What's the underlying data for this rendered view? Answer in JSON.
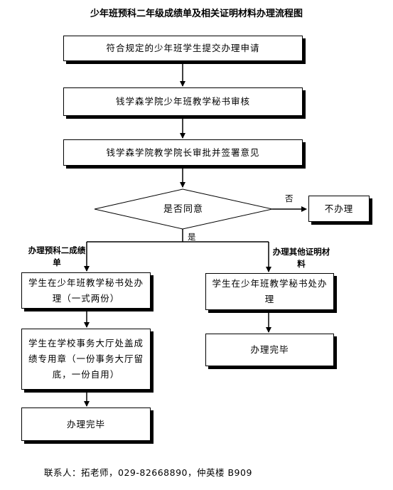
{
  "title": "少年班预科二年级成绩单及相关证明材料办理流程图",
  "steps": {
    "apply": "符合规定的少年班学生提交办理申请",
    "secretary_review": "钱学森学院少年班教学秘书审核",
    "dean_approve": "钱学森学院教学院长审批并签署意见",
    "decision": "是否同意",
    "reject": "不办理",
    "left_secretary": "学生在少年班教学秘书处办理（一式两份）",
    "left_stamp": "学生在学校事务大厅处盖成绩专用章（一份事务大厅留底，一份自用）",
    "left_done": "办理完毕",
    "right_secretary": "学生在少年班教学秘书处办理",
    "right_done": "办理完毕"
  },
  "labels": {
    "no": "否",
    "yes": "是",
    "left_branch": "办理预科二成绩单",
    "right_branch": "办理其他证明材料"
  },
  "contact": "联系人：拓老师，029-82668890，仲英楼 B909"
}
